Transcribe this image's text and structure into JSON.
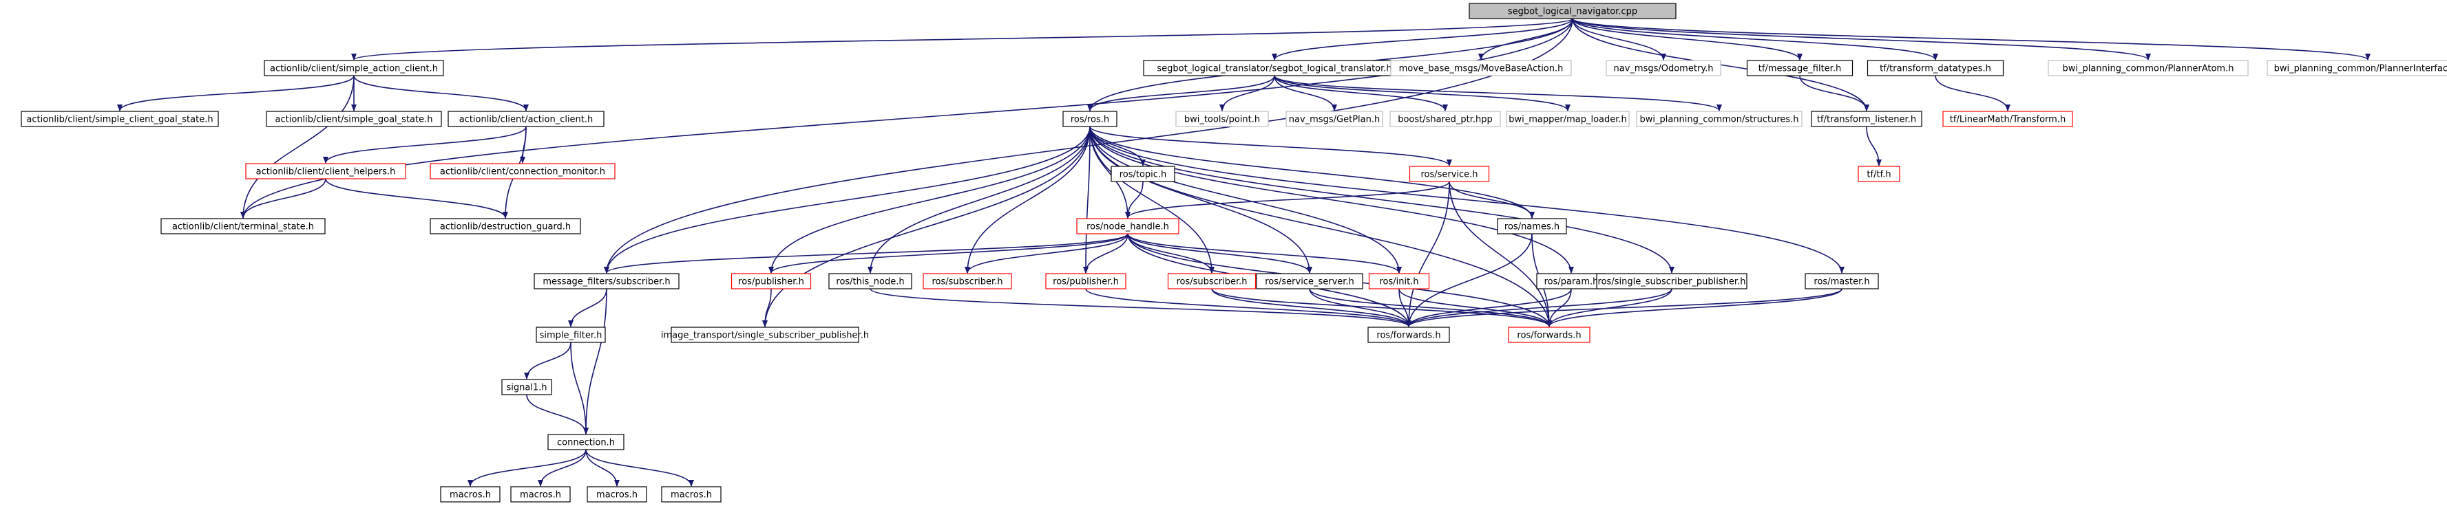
{
  "graph": {
    "root": "segbot_logical_navigator.cpp",
    "colors": {
      "edge": "#191970",
      "root_fill": "#bfbfbf",
      "box_black": "#000000",
      "box_red": "#ff0000",
      "box_gray": "#bfbfbf",
      "text": "#000000"
    },
    "nodes": [
      {
        "id": "root",
        "label": "segbot_logical_navigator.cpp",
        "style": "root"
      },
      {
        "id": "ac_simple_client",
        "label": "actionlib/client/simple_action_client.h",
        "style": "black"
      },
      {
        "id": "slt",
        "label": "segbot_logical_translator/segbot_logical_translator.h",
        "style": "black"
      },
      {
        "id": "move_base",
        "label": "move_base_msgs/MoveBaseAction.h",
        "style": "gray"
      },
      {
        "id": "odometry",
        "label": "nav_msgs/Odometry.h",
        "style": "gray"
      },
      {
        "id": "tf_msg_filter",
        "label": "tf/message_filter.h",
        "style": "black"
      },
      {
        "id": "tf_transform_dt",
        "label": "tf/transform_datatypes.h",
        "style": "black"
      },
      {
        "id": "planner_atom",
        "label": "bwi_planning_common/PlannerAtom.h",
        "style": "gray"
      },
      {
        "id": "planner_iface",
        "label": "bwi_planning_common/PlannerInterface.h",
        "style": "gray"
      },
      {
        "id": "ac_goal_state",
        "label": "actionlib/client/simple_client_goal_state.h",
        "style": "black"
      },
      {
        "id": "ac_simple_goal",
        "label": "actionlib/client/simple_goal_state.h",
        "style": "black"
      },
      {
        "id": "ac_action_client",
        "label": "actionlib/client/action_client.h",
        "style": "black"
      },
      {
        "id": "ac_client_helpers",
        "label": "actionlib/client/client_helpers.h",
        "style": "red"
      },
      {
        "id": "ac_conn_monitor",
        "label": "actionlib/client/connection_monitor.h",
        "style": "red"
      },
      {
        "id": "ac_terminal",
        "label": "actionlib/client/terminal_state.h",
        "style": "black"
      },
      {
        "id": "ac_destruct",
        "label": "actionlib/destruction_guard.h",
        "style": "black"
      },
      {
        "id": "ros_h",
        "label": "ros/ros.h",
        "style": "black"
      },
      {
        "id": "bwi_point",
        "label": "bwi_tools/point.h",
        "style": "gray"
      },
      {
        "id": "getplan",
        "label": "nav_msgs/GetPlan.h",
        "style": "gray"
      },
      {
        "id": "shared_ptr",
        "label": "boost/shared_ptr.hpp",
        "style": "gray"
      },
      {
        "id": "map_loader",
        "label": "bwi_mapper/map_loader.h",
        "style": "gray"
      },
      {
        "id": "structures",
        "label": "bwi_planning_common/structures.h",
        "style": "gray"
      },
      {
        "id": "tf_listener",
        "label": "tf/transform_listener.h",
        "style": "black"
      },
      {
        "id": "linearmath",
        "label": "tf/LinearMath/Transform.h",
        "style": "red"
      },
      {
        "id": "tf_tf",
        "label": "tf/tf.h",
        "style": "red"
      },
      {
        "id": "ros_topic",
        "label": "ros/topic.h",
        "style": "black"
      },
      {
        "id": "ros_service",
        "label": "ros/service.h",
        "style": "red"
      },
      {
        "id": "ros_names",
        "label": "ros/names.h",
        "style": "black"
      },
      {
        "id": "ros_node_handle",
        "label": "ros/node_handle.h",
        "style": "red"
      },
      {
        "id": "mf_subscriber",
        "label": "message_filters/subscriber.h",
        "style": "black"
      },
      {
        "id": "ros_publisher_a",
        "label": "ros/publisher.h",
        "style": "red"
      },
      {
        "id": "ros_this_node",
        "label": "ros/this_node.h",
        "style": "black"
      },
      {
        "id": "ros_subscriber_a",
        "label": "ros/subscriber.h",
        "style": "red"
      },
      {
        "id": "ros_publisher_b",
        "label": "ros/publisher.h",
        "style": "red"
      },
      {
        "id": "ros_subscriber_b",
        "label": "ros/subscriber.h",
        "style": "red"
      },
      {
        "id": "ros_service_server",
        "label": "ros/service_server.h",
        "style": "black"
      },
      {
        "id": "ros_init",
        "label": "ros/init.h",
        "style": "red"
      },
      {
        "id": "ros_param",
        "label": "ros/param.h",
        "style": "black"
      },
      {
        "id": "ros_ssp",
        "label": "ros/single_subscriber_publisher.h",
        "style": "black"
      },
      {
        "id": "ros_master",
        "label": "ros/master.h",
        "style": "black"
      },
      {
        "id": "img_ssp",
        "label": "image_transport/single_subscriber_publisher.h",
        "style": "black"
      },
      {
        "id": "simple_filter",
        "label": "simple_filter.h",
        "style": "black"
      },
      {
        "id": "ros_forwards_a",
        "label": "ros/forwards.h",
        "style": "black"
      },
      {
        "id": "ros_forwards_b",
        "label": "ros/forwards.h",
        "style": "red"
      },
      {
        "id": "signal1",
        "label": "signal1.h",
        "style": "black"
      },
      {
        "id": "connection",
        "label": "connection.h",
        "style": "black"
      },
      {
        "id": "macros_1",
        "label": "macros.h",
        "style": "black"
      },
      {
        "id": "macros_2",
        "label": "macros.h",
        "style": "black"
      },
      {
        "id": "macros_3",
        "label": "macros.h",
        "style": "black"
      },
      {
        "id": "macros_4",
        "label": "macros.h",
        "style": "black"
      }
    ],
    "edges": [
      [
        "root",
        "ac_simple_client"
      ],
      [
        "root",
        "slt"
      ],
      [
        "root",
        "move_base"
      ],
      [
        "root",
        "odometry"
      ],
      [
        "root",
        "tf_msg_filter"
      ],
      [
        "root",
        "tf_transform_dt"
      ],
      [
        "root",
        "planner_atom"
      ],
      [
        "root",
        "planner_iface"
      ],
      [
        "root",
        "ros_h"
      ],
      [
        "root",
        "mf_subscriber"
      ],
      [
        "root",
        "ac_terminal"
      ],
      [
        "root",
        "tf_listener"
      ],
      [
        "ac_simple_client",
        "ac_goal_state"
      ],
      [
        "ac_simple_client",
        "ac_simple_goal"
      ],
      [
        "ac_simple_client",
        "ac_action_client"
      ],
      [
        "ac_simple_client",
        "ac_terminal"
      ],
      [
        "ac_action_client",
        "ac_client_helpers"
      ],
      [
        "ac_action_client",
        "ac_conn_monitor"
      ],
      [
        "ac_action_client",
        "ac_destruct"
      ],
      [
        "ac_client_helpers",
        "ac_terminal"
      ],
      [
        "ac_client_helpers",
        "ac_destruct"
      ],
      [
        "slt",
        "ros_h"
      ],
      [
        "slt",
        "bwi_point"
      ],
      [
        "slt",
        "getplan"
      ],
      [
        "slt",
        "shared_ptr"
      ],
      [
        "slt",
        "map_loader"
      ],
      [
        "slt",
        "structures"
      ],
      [
        "tf_msg_filter",
        "tf_listener"
      ],
      [
        "tf_transform_dt",
        "linearmath"
      ],
      [
        "tf_listener",
        "tf_tf"
      ],
      [
        "ros_h",
        "ros_topic"
      ],
      [
        "ros_h",
        "ros_service"
      ],
      [
        "ros_h",
        "ros_names"
      ],
      [
        "ros_h",
        "ros_node_handle"
      ],
      [
        "ros_h",
        "mf_subscriber"
      ],
      [
        "ros_h",
        "ros_publisher_a"
      ],
      [
        "ros_h",
        "ros_this_node"
      ],
      [
        "ros_h",
        "ros_subscriber_a"
      ],
      [
        "ros_h",
        "ros_publisher_b"
      ],
      [
        "ros_h",
        "ros_subscriber_b"
      ],
      [
        "ros_h",
        "ros_service_server"
      ],
      [
        "ros_h",
        "ros_init"
      ],
      [
        "ros_h",
        "ros_param"
      ],
      [
        "ros_h",
        "ros_ssp"
      ],
      [
        "ros_h",
        "ros_master"
      ],
      [
        "ros_h",
        "img_ssp"
      ],
      [
        "ros_h",
        "ros_forwards_b"
      ],
      [
        "ros_topic",
        "ros_node_handle"
      ],
      [
        "ros_service",
        "ros_node_handle"
      ],
      [
        "ros_service",
        "ros_names"
      ],
      [
        "ros_service",
        "ros_forwards_a"
      ],
      [
        "ros_service",
        "ros_forwards_b"
      ],
      [
        "ros_node_handle",
        "mf_subscriber"
      ],
      [
        "ros_node_handle",
        "ros_publisher_a"
      ],
      [
        "ros_node_handle",
        "ros_subscriber_a"
      ],
      [
        "ros_node_handle",
        "ros_publisher_b"
      ],
      [
        "ros_node_handle",
        "ros_subscriber_b"
      ],
      [
        "ros_node_handle",
        "ros_service_server"
      ],
      [
        "ros_node_handle",
        "ros_init"
      ],
      [
        "ros_node_handle",
        "ros_forwards_a"
      ],
      [
        "ros_node_handle",
        "ros_forwards_b"
      ],
      [
        "ros_publisher_a",
        "img_ssp"
      ],
      [
        "ros_this_node",
        "ros_forwards_a"
      ],
      [
        "ros_publisher_b",
        "ros_forwards_a"
      ],
      [
        "ros_subscriber_b",
        "ros_forwards_a"
      ],
      [
        "ros_subscriber_b",
        "ros_forwards_b"
      ],
      [
        "ros_service_server",
        "ros_forwards_a"
      ],
      [
        "ros_service_server",
        "ros_forwards_b"
      ],
      [
        "ros_init",
        "ros_forwards_a"
      ],
      [
        "ros_init",
        "ros_forwards_b"
      ],
      [
        "ros_names",
        "ros_forwards_a"
      ],
      [
        "ros_names",
        "ros_forwards_b"
      ],
      [
        "ros_param",
        "ros_forwards_a"
      ],
      [
        "ros_param",
        "ros_forwards_b"
      ],
      [
        "ros_ssp",
        "ros_forwards_a"
      ],
      [
        "ros_ssp",
        "ros_forwards_b"
      ],
      [
        "ros_master",
        "ros_forwards_a"
      ],
      [
        "ros_master",
        "ros_forwards_b"
      ],
      [
        "mf_subscriber",
        "simple_filter"
      ],
      [
        "mf_subscriber",
        "connection"
      ],
      [
        "simple_filter",
        "signal1"
      ],
      [
        "simple_filter",
        "connection"
      ],
      [
        "signal1",
        "connection"
      ],
      [
        "connection",
        "macros_1"
      ],
      [
        "connection",
        "macros_2"
      ],
      [
        "connection",
        "macros_3"
      ],
      [
        "connection",
        "macros_4"
      ]
    ]
  }
}
